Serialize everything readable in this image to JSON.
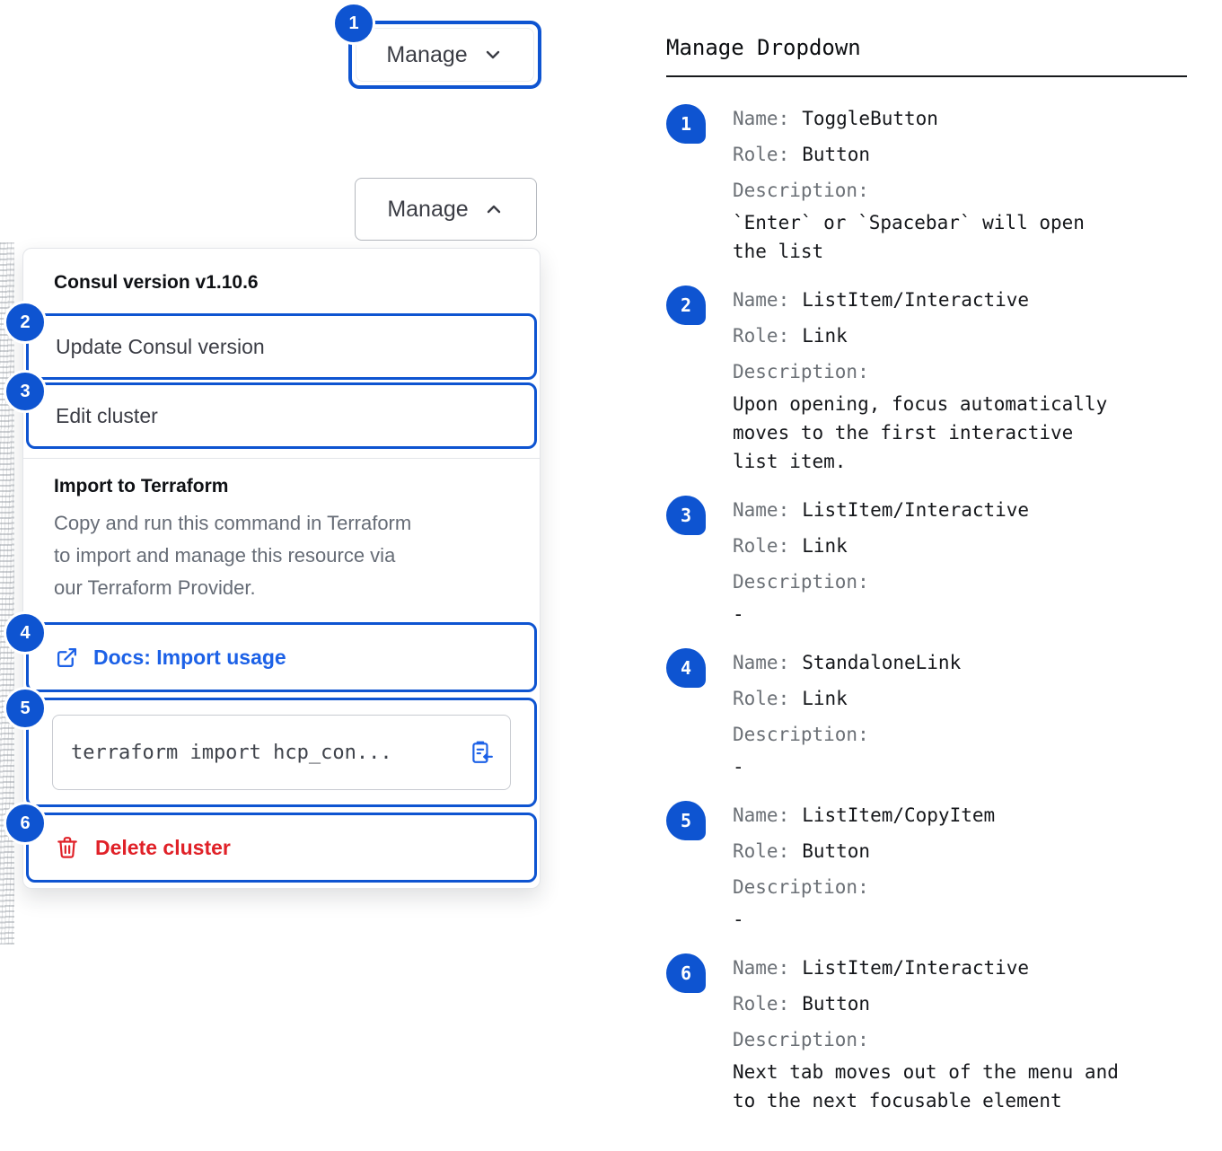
{
  "colors": {
    "accent_blue": "#0e54d1",
    "link_blue": "#1c61e7",
    "danger_red": "#e02128"
  },
  "annotation_badges": [
    "1",
    "2",
    "3",
    "4",
    "5",
    "6"
  ],
  "component": {
    "toggle_collapsed": {
      "label": "Manage",
      "icon": "chevron-down"
    },
    "toggle_expanded": {
      "label": "Manage",
      "icon": "chevron-up"
    },
    "dropdown": {
      "version_header": "Consul version v1.10.6",
      "update_item": {
        "label": "Update Consul version"
      },
      "edit_item": {
        "label": "Edit cluster"
      },
      "terraform_section": {
        "title": "Import to Terraform",
        "description": "Copy and run this command in Terraform\nto import and manage this resource via\nour Terraform Provider.",
        "docs_link": {
          "label": "Docs: Import usage",
          "icon": "external-link"
        },
        "copy_item": {
          "code": "terraform import hcp_con...",
          "icon": "clipboard-copy"
        }
      },
      "delete_item": {
        "label": "Delete cluster",
        "icon": "trash"
      }
    }
  },
  "legend": {
    "title": "Manage Dropdown",
    "name_label": "Name:",
    "role_label": "Role:",
    "description_label": "Description:",
    "items": [
      {
        "badge": "1",
        "name": "ToggleButton",
        "role": "Button",
        "description": "`Enter` or `Spacebar` will open\nthe list"
      },
      {
        "badge": "2",
        "name": "ListItem/Interactive",
        "role": "Link",
        "description": "Upon opening, focus automatically\nmoves to the first interactive\nlist item."
      },
      {
        "badge": "3",
        "name": "ListItem/Interactive",
        "role": "Link",
        "description": "-"
      },
      {
        "badge": "4",
        "name": "StandaloneLink",
        "role": "Link",
        "description": "-"
      },
      {
        "badge": "5",
        "name": "ListItem/CopyItem",
        "role": "Button",
        "description": "-"
      },
      {
        "badge": "6",
        "name": "ListItem/Interactive",
        "role": "Button",
        "description": "Next tab moves out of the menu and\nto the next focusable element"
      }
    ]
  }
}
